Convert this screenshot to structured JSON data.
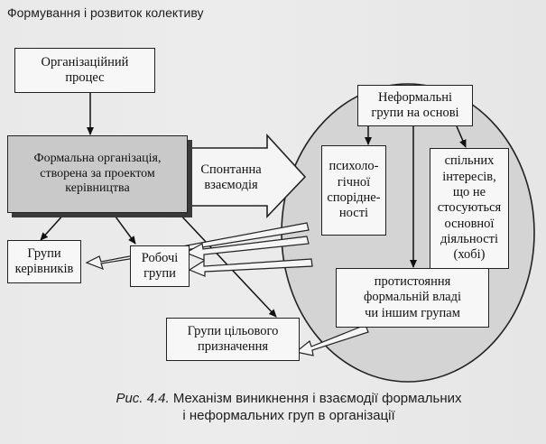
{
  "header": {
    "title": "Формування і розвиток колективу"
  },
  "boxes": {
    "org_process": "Організаційний\nпроцес",
    "formal_org": "Формальна організація,\nстворена за проектом\nкерівництва",
    "spontaneous": "Спонтанна\nвзаємодія",
    "managers": "Групи\nкерівників",
    "work_groups": "Робочі\nгрупи",
    "target_groups": "Групи цільового\nпризначення",
    "informal_basis": "Неформальні\nгрупи на основі",
    "psych": "психоло-\nгічної\nспорідне-\nності",
    "interests": "спільних\nінтересів,\nщо не\nстосуються\nосновної\nдіяльності\n(хобі)",
    "opposition": "протистояння\nформальній владі\nчи іншим групам"
  },
  "caption": {
    "fig": "Рис. 4.4.",
    "line1": "Механізм виникнення і взаємодії формальних",
    "line2": "і неформальних груп в організації"
  }
}
